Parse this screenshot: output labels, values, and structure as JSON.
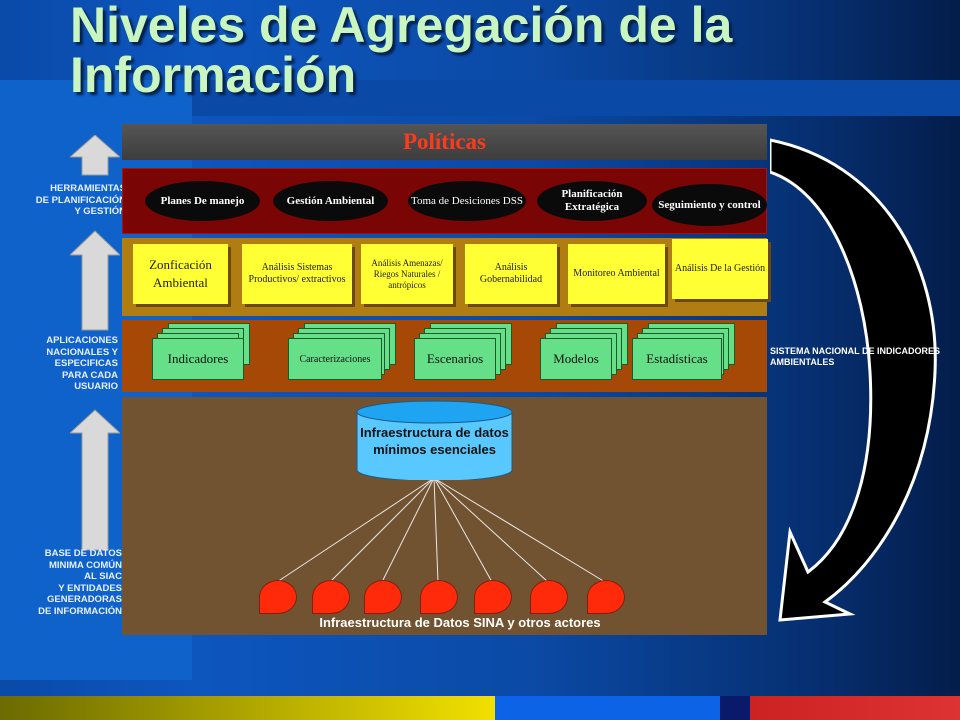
{
  "title": "Niveles de Agregación de la Información",
  "colors": {
    "title": "#c8f5c0",
    "politicas_text": "#ff3a1a",
    "note_fill": "#ffff33",
    "sheet_fill": "#66e088",
    "drop_fill": "#ff2a0a"
  },
  "side_labels": {
    "planificacion": "HERRAMIENTAS\nDE PLANIFICACIÓN\nY GESTIÓN",
    "aplicaciones": "APLICACIONES\nNACIONALES Y\nESPECIFICAS\nPARA CADA\nUSUARIO",
    "base": "BASE DE DATOS\nMINIMA COMÚN\nAL SIAC\nY ENTIDADES\nGENERADORAS\nDE INFORMACIÓN"
  },
  "politicas": "Políticas",
  "herramientas": [
    "Planes De manejo",
    "Gestión Ambiental",
    "Toma de Desiciones DSS",
    "Planificación Extratégica",
    "Seguimiento y control"
  ],
  "aplicaciones": [
    "Zonficación Ambiental",
    "Análisis Sistemas Productivos/ extractivos",
    "Análisis Amenazas/ Riegos Naturales / antrópicos",
    "Análisis Gobernabilidad",
    "Monitoreo Ambiental",
    "Análisis De la Gestión"
  ],
  "productos": [
    "Indicadores",
    "Caracterizaciones",
    "Escenarios",
    "Modelos",
    "Estadísticas"
  ],
  "infraestructura": "Infraestructura de datos mínimos esenciales",
  "infraestructura_sina": "Infraestructura de Datos SINA y otros actores",
  "sistema_nacional": "SISTEMA NACIONAL DE INDICADORES AMBIENTALES"
}
